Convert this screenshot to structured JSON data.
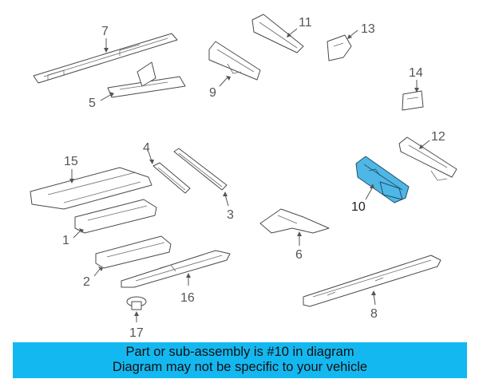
{
  "diagram": {
    "highlighted_part": "10",
    "callouts": [
      "1",
      "2",
      "3",
      "4",
      "5",
      "6",
      "7",
      "8",
      "9",
      "10",
      "11",
      "12",
      "13",
      "14",
      "15",
      "16",
      "17"
    ],
    "highlight_color": "#4fb7e6"
  },
  "banner": {
    "line1": "Part or sub-assembly is #10 in diagram",
    "line2": "Diagram may not be specific to your vehicle",
    "background": "#14b8f0"
  }
}
